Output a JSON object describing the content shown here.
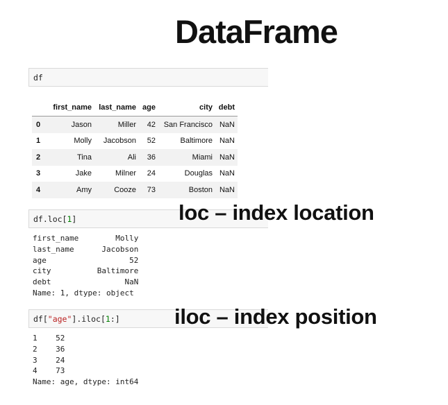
{
  "title": "DataFrame",
  "headings": {
    "loc": "loc – index location",
    "iloc": "iloc – index position"
  },
  "cells": {
    "df": {
      "code": "df"
    },
    "loc": {
      "code_prefix": "df.loc[",
      "code_num": "1",
      "code_suffix": "]"
    },
    "iloc": {
      "code_a": "df[",
      "code_str": "\"age\"",
      "code_b": "].iloc[",
      "code_num": "1",
      "code_c": ":]"
    }
  },
  "table": {
    "columns": [
      "",
      "first_name",
      "last_name",
      "age",
      "city",
      "debt"
    ],
    "rows": [
      {
        "index": "0",
        "first_name": "Jason",
        "last_name": "Miller",
        "age": "42",
        "city": "San Francisco",
        "debt": "NaN"
      },
      {
        "index": "1",
        "first_name": "Molly",
        "last_name": "Jacobson",
        "age": "52",
        "city": "Baltimore",
        "debt": "NaN"
      },
      {
        "index": "2",
        "first_name": "Tina",
        "last_name": "Ali",
        "age": "36",
        "city": "Miami",
        "debt": "NaN"
      },
      {
        "index": "3",
        "first_name": "Jake",
        "last_name": "Milner",
        "age": "24",
        "city": "Douglas",
        "debt": "NaN"
      },
      {
        "index": "4",
        "first_name": "Amy",
        "last_name": "Cooze",
        "age": "73",
        "city": "Boston",
        "debt": "NaN"
      }
    ]
  },
  "loc_output": [
    "first_name        Molly",
    "last_name      Jacobson",
    "age                  52",
    "city          Baltimore",
    "debt                NaN",
    "Name: 1, dtype: object"
  ],
  "iloc_output": [
    "1    52",
    "2    36",
    "3    24",
    "4    73",
    "Name: age, dtype: int64"
  ]
}
